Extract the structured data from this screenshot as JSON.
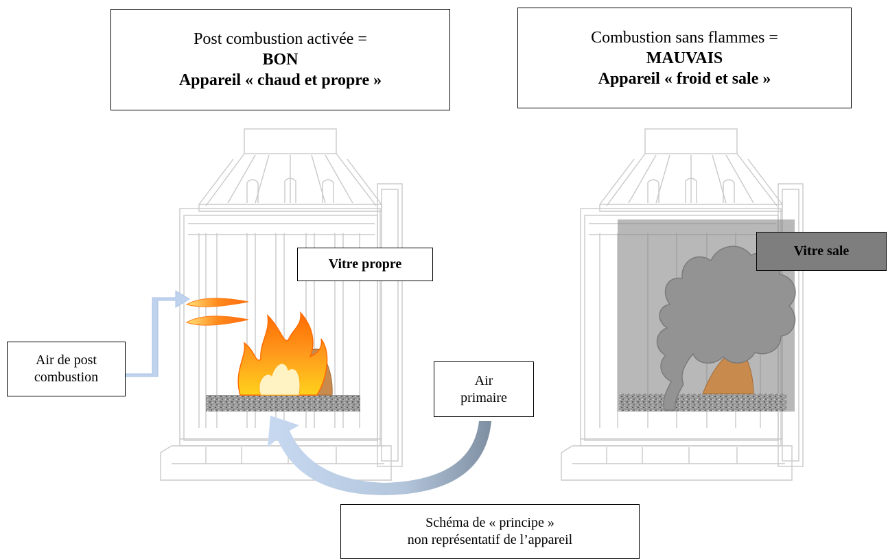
{
  "left_title": {
    "line1": "Post combustion activée =",
    "line2": "BON",
    "line3": "Appareil « chaud et propre »"
  },
  "right_title": {
    "line1": "Combustion sans flammes =",
    "line2": "MAUVAIS",
    "line3": "Appareil « froid et sale »"
  },
  "labels": {
    "clean_glass": "Vitre propre",
    "dirty_glass": "Vitre sale",
    "secondary_air_line1": "Air de post",
    "secondary_air_line2": "combustion",
    "primary_air_line1": "Air",
    "primary_air_line2": "primaire"
  },
  "footer_note": {
    "line1": "Schéma de « principe »",
    "line2": "non représentatif de l’appareil"
  },
  "colors": {
    "stove_line": "#c8c8c8",
    "arrow_light": "#bfd3ee",
    "arrow_dark": "#8e9fb3",
    "flame_orange": "#ff8a1c",
    "flame_yellow": "#ffd21c",
    "wood": "#c98a4e",
    "grate": "#8c8c8c",
    "smoke": "#8a8a8a",
    "soot_glass": "#7e7e7e"
  }
}
